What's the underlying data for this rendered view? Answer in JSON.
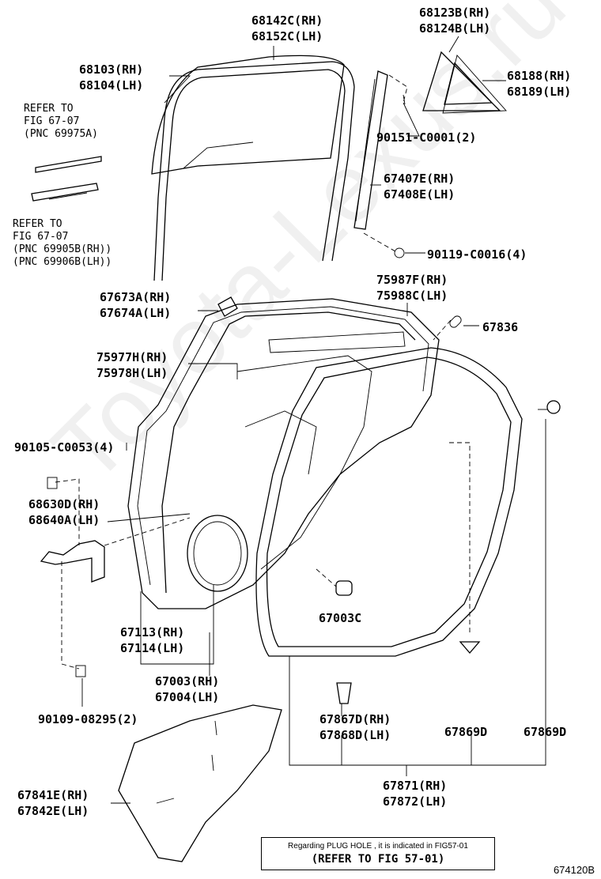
{
  "watermark": "Toyota-Lexus.ru",
  "labels": {
    "p68142": [
      "68142C(RH)",
      "68152C(LH)"
    ],
    "p68123": [
      "68123B(RH)",
      "68124B(LH)"
    ],
    "p68103": [
      "68103(RH)",
      "68104(LH)"
    ],
    "p68188": [
      "68188(RH)",
      "68189(LH)"
    ],
    "refer1": [
      "REFER TO",
      "FIG 67-07",
      "(PNC 69975A)"
    ],
    "p90151": "90151-C0001(2)",
    "p67407": [
      "67407E(RH)",
      "67408E(LH)"
    ],
    "refer2": [
      "REFER TO",
      "FIG 67-07",
      "(PNC 69905B(RH))",
      "(PNC 69906B(LH))"
    ],
    "p90119": "90119-C0016(4)",
    "p75987": [
      "75987F(RH)",
      "75988C(LH)"
    ],
    "p67673": [
      "67673A(RH)",
      "67674A(LH)"
    ],
    "p67836": "67836",
    "p75977": [
      "75977H(RH)",
      "75978H(LH)"
    ],
    "p90105": "90105-C0053(4)",
    "p68630": [
      "68630D(RH)",
      "68640A(LH)"
    ],
    "p67003c": "67003C",
    "p67113": [
      "67113(RH)",
      "67114(LH)"
    ],
    "p67003": [
      "67003(RH)",
      "67004(LH)"
    ],
    "p90109": "90109-08295(2)",
    "p67867": [
      "67867D(RH)",
      "67868D(LH)"
    ],
    "p67869a": "67869D",
    "p67869b": "67869D",
    "p67871": [
      "67871(RH)",
      "67872(LH)"
    ],
    "p67841": [
      "67841E(RH)",
      "67842E(LH)"
    ]
  },
  "note": {
    "line1": "Regarding PLUG HOLE , it is indicated in FIG57-01",
    "line2": "(REFER TO FIG 57-01)"
  },
  "diagram_code": "674120B"
}
